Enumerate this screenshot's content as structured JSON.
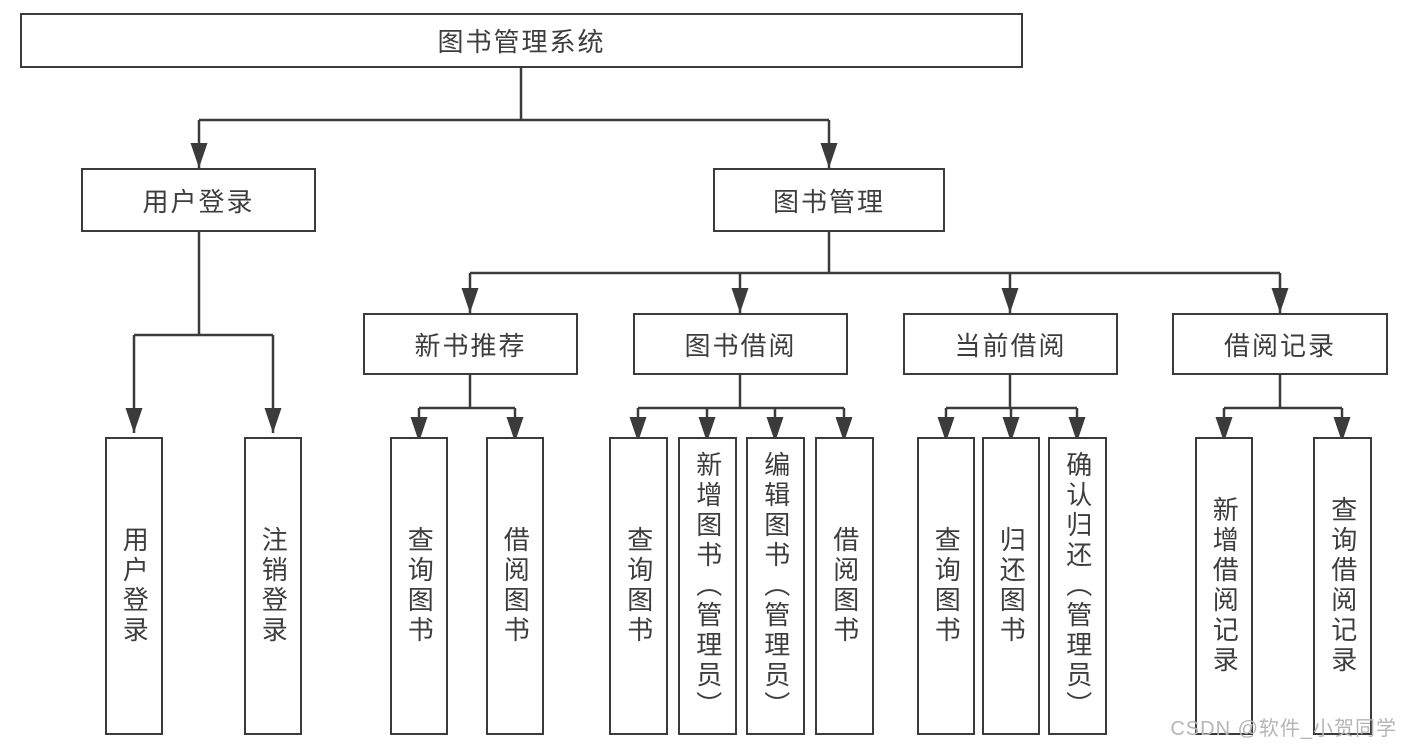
{
  "colors": {
    "background": "#ffffff",
    "line": "#3b3b3b",
    "text": "#3d3d3d",
    "watermark": "#b5b5b5"
  },
  "watermark": {
    "text": "CSDN @软件_小贺同学"
  },
  "tree": {
    "root": {
      "label": "图书管理系统",
      "children": [
        {
          "label": "用户登录",
          "children": [
            {
              "label": "用户登录"
            },
            {
              "label": "注销登录"
            }
          ]
        },
        {
          "label": "图书管理",
          "children": [
            {
              "label": "新书推荐",
              "children": [
                {
                  "label": "查询图书"
                },
                {
                  "label": "借阅图书"
                }
              ]
            },
            {
              "label": "图书借阅",
              "children": [
                {
                  "label": "查询图书"
                },
                {
                  "label": "新增图书（管理员）"
                },
                {
                  "label": "编辑图书（管理员）"
                },
                {
                  "label": "借阅图书"
                }
              ]
            },
            {
              "label": "当前借阅",
              "children": [
                {
                  "label": "查询图书"
                },
                {
                  "label": "归还图书"
                },
                {
                  "label": "确认归还（管理员）"
                }
              ]
            },
            {
              "label": "借阅记录",
              "children": [
                {
                  "label": "新增借阅记录"
                },
                {
                  "label": "查询借阅记录"
                }
              ]
            }
          ]
        }
      ]
    }
  }
}
